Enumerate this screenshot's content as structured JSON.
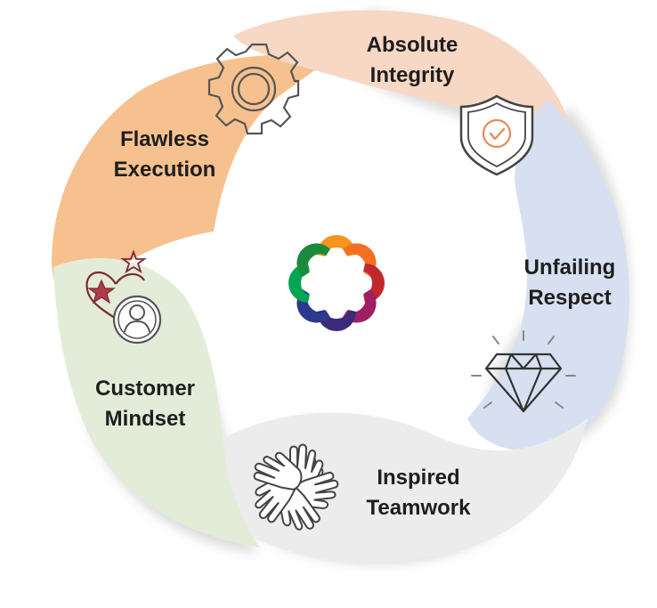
{
  "values": [
    {
      "id": "absolute-integrity",
      "line1": "Absolute",
      "line2": "Integrity",
      "color": "#f7d8c4",
      "icon": "shield-check-icon"
    },
    {
      "id": "unfailing-respect",
      "line1": "Unfailing",
      "line2": "Respect",
      "color": "#d6e0f1",
      "icon": "diamond-icon"
    },
    {
      "id": "inspired-teamwork",
      "line1": "Inspired",
      "line2": "Teamwork",
      "color": "#ececec",
      "icon": "joined-hands-icon"
    },
    {
      "id": "customer-mindset",
      "line1": "Customer",
      "line2": "Mindset",
      "color": "#e3ecd8",
      "icon": "customer-stars-icon"
    },
    {
      "id": "flawless-execution",
      "line1": "Flawless",
      "line2": "Execution",
      "color": "#f6c18f",
      "icon": "gear-icon"
    }
  ],
  "logo": {
    "icon": "company-logo-icon",
    "colors": [
      "#f7941d",
      "#f36f21",
      "#c1272d",
      "#9e1f63",
      "#3b2a7a",
      "#2b3990",
      "#00a651",
      "#1b8a3c"
    ]
  }
}
